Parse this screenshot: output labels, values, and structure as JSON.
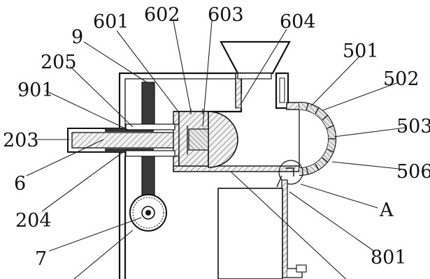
{
  "labels": {
    "l601": "601",
    "l602": "602",
    "l603": "603",
    "l604": "604",
    "l9": "9",
    "l205": "205",
    "l901": "901",
    "l203": "203",
    "l6": "6",
    "l204": "204",
    "l7": "7",
    "l501": "501",
    "l502": "502",
    "l503": "503",
    "l506": "506",
    "lA": "A",
    "l801": "801"
  },
  "colors": {
    "line": "#111111",
    "hatch": "#555555",
    "dark_fill": "#3a3a3a",
    "background": "#ffffff"
  }
}
